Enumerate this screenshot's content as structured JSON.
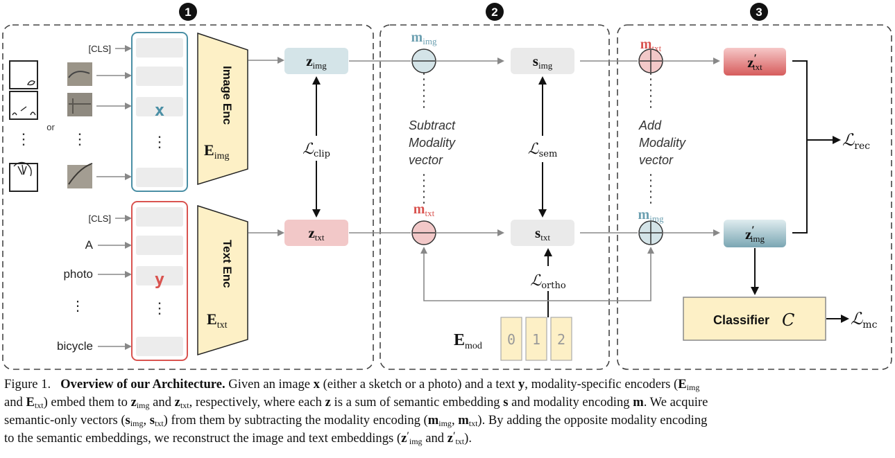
{
  "stages": [
    "1",
    "2",
    "3"
  ],
  "inputs": {
    "cls_token": "[CLS]",
    "or_label": "or",
    "text_tokens": [
      "[CLS]",
      "A",
      "photo",
      "⋮",
      "bicycle"
    ],
    "image_dots": "⋮"
  },
  "encoders": {
    "image": {
      "name": "Image Enc",
      "symbol": "E",
      "sub": "img",
      "vector": "x"
    },
    "text": {
      "name": "Text Enc",
      "symbol": "E",
      "sub": "txt",
      "vector": "y"
    }
  },
  "embeddings": {
    "z_img": {
      "sym": "z",
      "sub": "img"
    },
    "z_txt": {
      "sym": "z",
      "sub": "txt"
    },
    "s_img": {
      "sym": "s",
      "sub": "img"
    },
    "s_txt": {
      "sym": "s",
      "sub": "txt"
    },
    "z_txt_prime": {
      "sym": "z",
      "prime": "′",
      "sub": "txt"
    },
    "z_img_prime": {
      "sym": "z",
      "prime": "′",
      "sub": "img"
    }
  },
  "modality": {
    "m_img": {
      "sym": "m",
      "sub": "img"
    },
    "m_txt": {
      "sym": "m",
      "sub": "txt"
    },
    "subtract_label": [
      "Subtract",
      "Modality",
      "vector"
    ],
    "add_label": [
      "Add",
      "Modality",
      "vector"
    ],
    "e_mod": {
      "sym": "E",
      "sub": "mod"
    },
    "e_mod_entries": [
      "0",
      "1",
      "2"
    ]
  },
  "losses": {
    "clip": {
      "sym": "ℒ",
      "sub": "clip"
    },
    "sem": {
      "sym": "ℒ",
      "sub": "sem"
    },
    "ortho": {
      "sym": "ℒ",
      "sub": "ortho"
    },
    "rec": {
      "sym": "ℒ",
      "sub": "rec"
    },
    "mc": {
      "sym": "ℒ",
      "sub": "mc"
    }
  },
  "classifier": {
    "label": "Classifier",
    "sym": "C"
  },
  "colors": {
    "image_accent": "#4a8fa5",
    "text_accent": "#d9534f",
    "z_img_fill": "#d4e4e8",
    "z_txt_fill": "#f2c8c8",
    "s_fill": "#eaeaea",
    "encoder_fill": "#fdf0c6",
    "m_img_text": "#6b9fb0",
    "m_txt_text": "#d9534f"
  },
  "caption": {
    "figure": "Figure 1.",
    "title": "Overview of our Architecture."
  }
}
